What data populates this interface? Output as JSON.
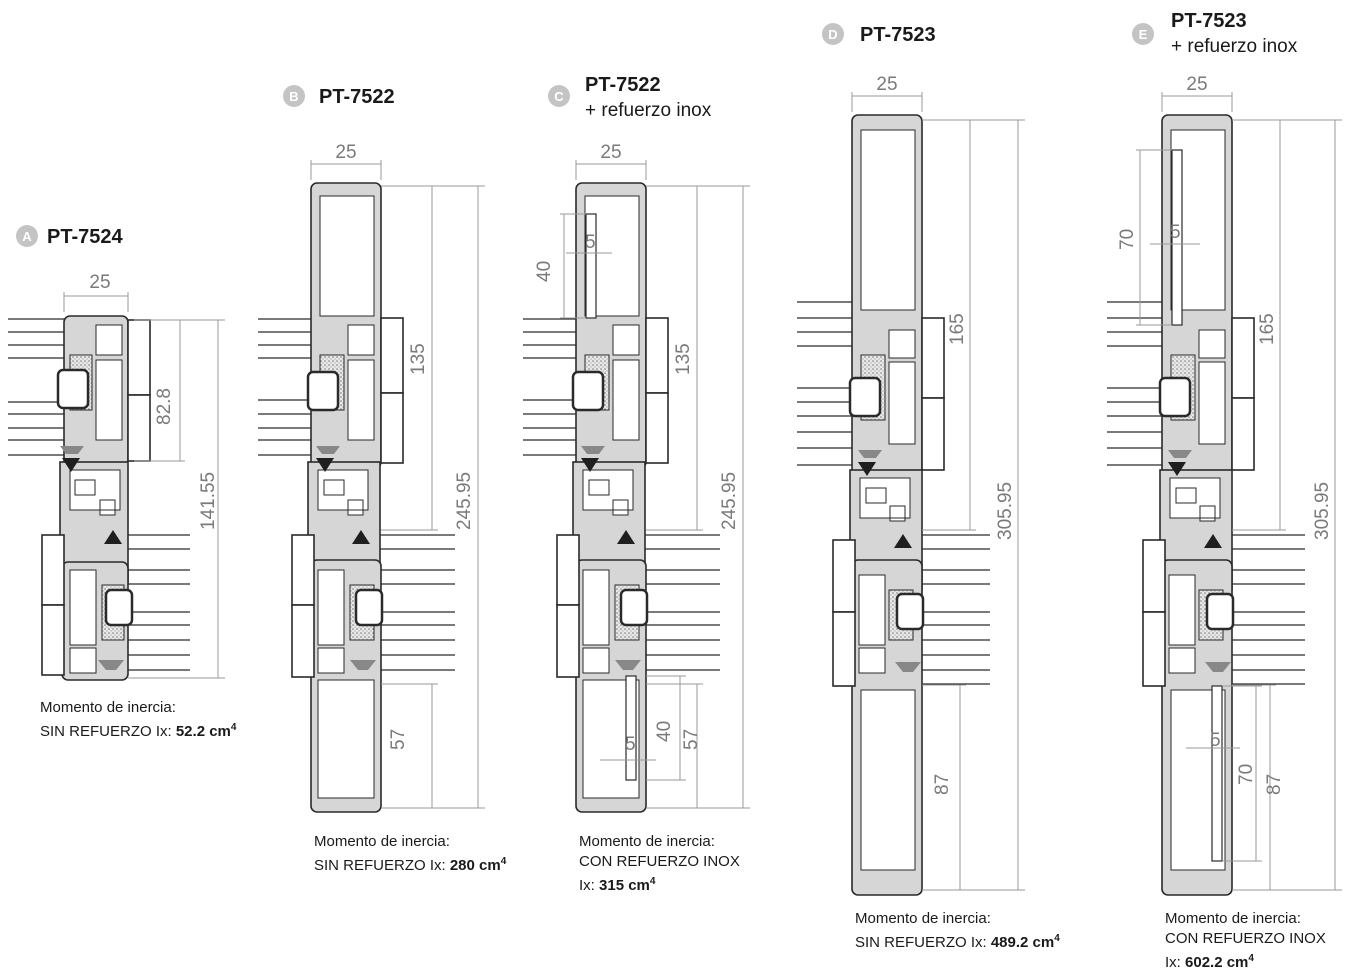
{
  "sections": [
    {
      "badge": "A",
      "model": "PT-7524",
      "subtitle": "",
      "dimensions": {
        "width": "25",
        "upper": "82.8",
        "total": "141.55"
      },
      "caption": {
        "line1": "Momento de inercia:",
        "line2": "SIN REFUERZO Ix: ",
        "line3": "",
        "value": "52.2 cm",
        "exponent": "4"
      }
    },
    {
      "badge": "B",
      "model": "PT-7522",
      "subtitle": "",
      "dimensions": {
        "width": "25",
        "upper": "135",
        "total": "245.95",
        "lower": "57"
      },
      "caption": {
        "line1": "Momento de inercia:",
        "line2": "SIN REFUERZO Ix: ",
        "line3": "",
        "value": "280 cm",
        "exponent": "4"
      }
    },
    {
      "badge": "C",
      "model": "PT-7522",
      "subtitle": "+ refuerzo inox",
      "dimensions": {
        "width": "25",
        "upper": "135",
        "total": "245.95",
        "lower": "57",
        "reinf_h": "40",
        "reinf_w": "5"
      },
      "caption": {
        "line1": "Momento de inercia:",
        "line2": "CON REFUERZO INOX",
        "line3": "Ix: ",
        "value": "315 cm",
        "exponent": "4"
      }
    },
    {
      "badge": "D",
      "model": "PT-7523",
      "subtitle": "",
      "dimensions": {
        "width": "25",
        "upper": "165",
        "total": "305.95",
        "lower": "87"
      },
      "caption": {
        "line1": "Momento de inercia:",
        "line2": "SIN REFUERZO Ix: ",
        "line3": "",
        "value": "489.2 cm",
        "exponent": "4"
      }
    },
    {
      "badge": "E",
      "model": "PT-7523",
      "subtitle": "+ refuerzo inox",
      "dimensions": {
        "width": "25",
        "upper": "165",
        "total": "305.95",
        "lower": "87",
        "reinf_h": "70",
        "reinf_w": "5"
      },
      "caption": {
        "line1": "Momento de inercia:",
        "line2": "CON REFUERZO INOX",
        "line3": "Ix: ",
        "value": "602.2 cm",
        "exponent": "4"
      }
    }
  ],
  "colors": {
    "badge": "#c4c4c4",
    "profile_fill": "#d6d6d6",
    "outline": "#2a2a2a",
    "dim_line": "#9a9a9a",
    "gasket": "#1f1f1f",
    "foam": "#b5b5b5"
  }
}
